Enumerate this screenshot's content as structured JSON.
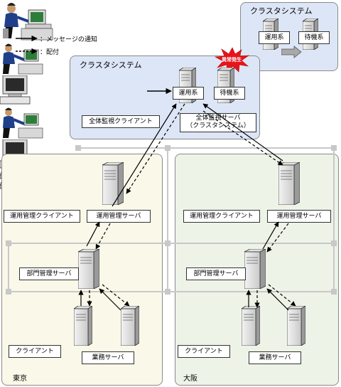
{
  "legend": {
    "notify": "：メッセージの通知",
    "deliver": "：配付"
  },
  "top_cluster": {
    "title": "クラスタシステム",
    "active": "運用系",
    "standby": "待機系"
  },
  "alert": {
    "text": "異常発生"
  },
  "main_cluster": {
    "title": "クラスタシステム",
    "active": "運用系",
    "standby": "待機系",
    "client_label": "全体監視クライアント",
    "server_label_line1": "全体監視サーバ",
    "server_label_line2": "（クラスタシステム）"
  },
  "tokyo": {
    "name": "東京",
    "ops_client": "運用管理クライアント",
    "ops_server": "運用管理サーバ",
    "dept_server": "部門管理サーバ",
    "client": "クライアント",
    "business_server": "業務サーバ"
  },
  "osaka": {
    "name": "大阪",
    "ops_client": "運用管理クライアント",
    "ops_server": "運用管理サーバ",
    "dept_server": "部門管理サーバ",
    "client": "クライアント",
    "business_server": "業務サーバ"
  },
  "colors": {
    "cluster_bg": "#dde6f6",
    "tokyo_bg": "#faf8e8",
    "osaka_bg": "#edf3e6",
    "alert": "#e8141c"
  }
}
